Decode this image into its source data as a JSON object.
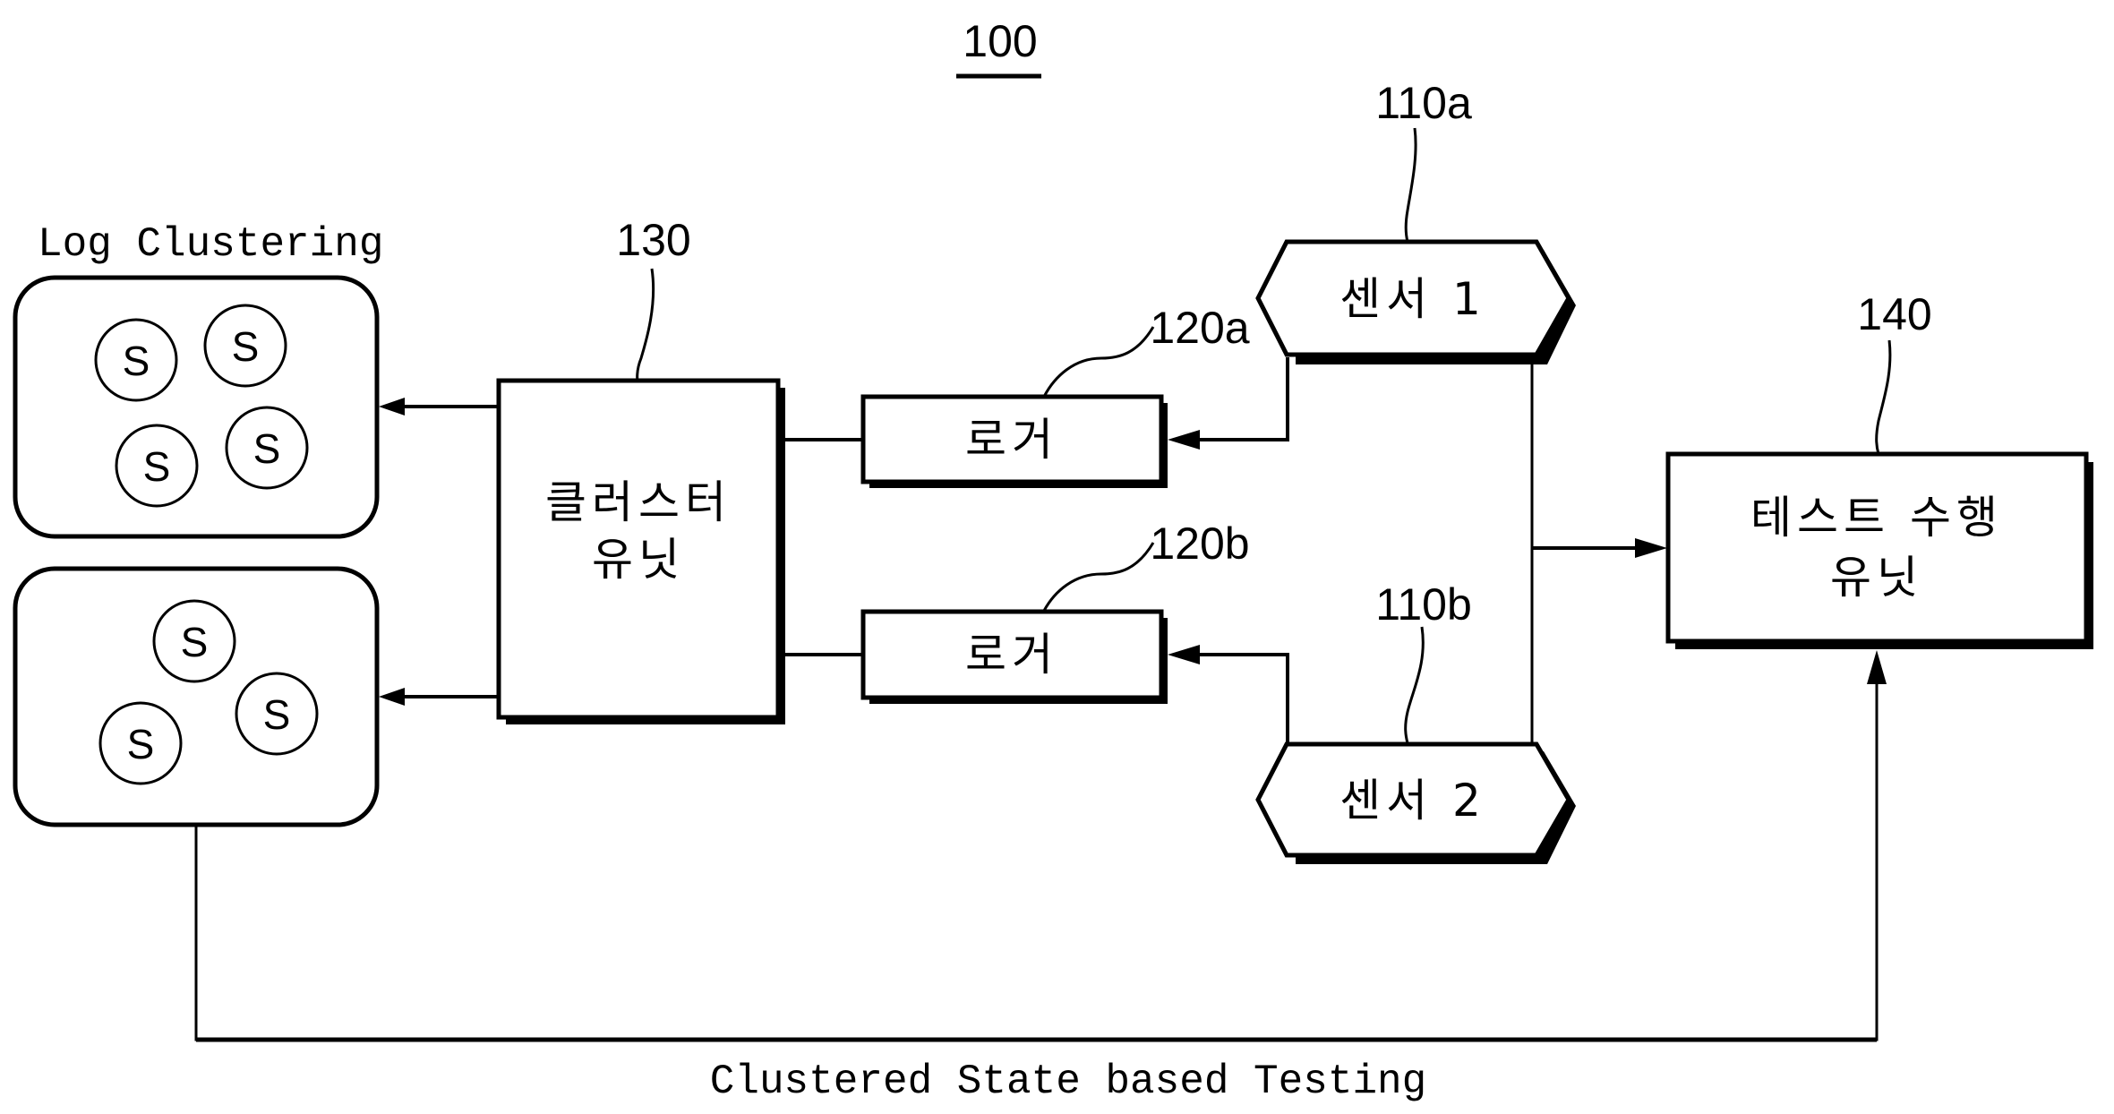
{
  "figure": {
    "number": "100",
    "caption_top_left": "Log Clustering",
    "caption_bottom": "Clustered State based Testing"
  },
  "components": {
    "sensor_1": {
      "ref": "110a",
      "label": "센서 1"
    },
    "sensor_2": {
      "ref": "110b",
      "label": "센서 2"
    },
    "logger_a": {
      "ref": "120a",
      "label": "로거"
    },
    "logger_b": {
      "ref": "120b",
      "label": "로거"
    },
    "cluster_unit": {
      "ref": "130",
      "label_line1": "클러스터",
      "label_line2": "유닛"
    },
    "test_unit": {
      "ref": "140",
      "label_line1": "테스트 수행",
      "label_line2": "유닛"
    }
  },
  "clusters": [
    {
      "name": "cluster-1",
      "states": [
        "S",
        "S",
        "S",
        "S"
      ]
    },
    {
      "name": "cluster-2",
      "states": [
        "S",
        "S",
        "S"
      ]
    }
  ],
  "connections": [
    {
      "from": "sensor_1",
      "to": "logger_a"
    },
    {
      "from": "sensor_2",
      "to": "logger_b"
    },
    {
      "from": "logger_a",
      "to": "cluster_unit"
    },
    {
      "from": "logger_b",
      "to": "cluster_unit"
    },
    {
      "from": "cluster_unit",
      "to": "cluster-1"
    },
    {
      "from": "cluster_unit",
      "to": "cluster-2"
    },
    {
      "from": "sensor_1",
      "to": "test_unit"
    },
    {
      "from": "sensor_2",
      "to": "test_unit"
    },
    {
      "from": "cluster-2",
      "to": "test_unit"
    }
  ]
}
